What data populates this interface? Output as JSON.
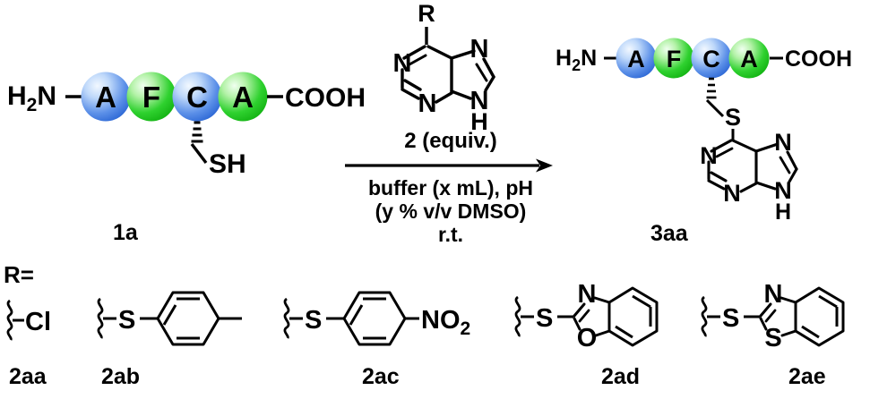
{
  "figure": {
    "type": "chemical-reaction-scheme",
    "background": "#ffffff"
  },
  "palette": {
    "bead_blue": "#3b77e0",
    "bead_blue_light": "#cfe2fb",
    "bead_green": "#21c421",
    "bead_green_light": "#d4f7cf",
    "bond": "#000000"
  },
  "reactant": {
    "id": "1a",
    "label": "1a",
    "n_terminus": "H",
    "n_terminus_sub": "2",
    "n_terminus_tail": "N",
    "c_terminus": "COOH",
    "beads": [
      {
        "letter": "A",
        "color": "blue"
      },
      {
        "letter": "F",
        "color": "green"
      },
      {
        "letter": "C",
        "color": "blue"
      },
      {
        "letter": "A",
        "color": "green"
      }
    ],
    "side_chain": "SH"
  },
  "reagent": {
    "r_group_label": "R",
    "equiv_label": "2 (equiv.)",
    "ring_atoms": {
      "n1": "N",
      "n3": "N",
      "n7": "N",
      "n9": "N",
      "n9_h": "H"
    }
  },
  "conditions": {
    "above_arrow": "2 (equiv.)",
    "below_arrow_lines": [
      "buffer (x mL), pH",
      "(y % v/v DMSO)",
      "r.t."
    ]
  },
  "product": {
    "id": "3aa",
    "label": "3aa",
    "n_terminus": "H",
    "n_terminus_sub": "2",
    "n_terminus_tail": "N",
    "c_terminus": "COOH",
    "beads": [
      {
        "letter": "A",
        "color": "blue"
      },
      {
        "letter": "F",
        "color": "green"
      },
      {
        "letter": "C",
        "color": "blue"
      },
      {
        "letter": "A",
        "color": "green"
      }
    ],
    "thioether": "S",
    "ring_atoms": {
      "n1": "N",
      "n3": "N",
      "n7": "N",
      "n9": "N",
      "n9_h": "H"
    }
  },
  "r_group_legend": {
    "title": "R=",
    "items": [
      {
        "id": "2aa",
        "label": "2aa",
        "structure": "chloro",
        "atom_labels": [
          "Cl"
        ]
      },
      {
        "id": "2ab",
        "label": "2ab",
        "structure": "4-methylphenylthio",
        "atom_labels": [
          "S"
        ]
      },
      {
        "id": "2ac",
        "label": "2ac",
        "structure": "4-nitrophenylthio",
        "atom_labels": [
          "S",
          "NO",
          "2"
        ],
        "nitro_main": "NO",
        "nitro_sub": "2"
      },
      {
        "id": "2ad",
        "label": "2ad",
        "structure": "benzoxazol-2-ylthio",
        "atom_labels": [
          "S",
          "N",
          "O"
        ]
      },
      {
        "id": "2ae",
        "label": "2ae",
        "structure": "benzothiazol-2-ylthio",
        "atom_labels": [
          "S",
          "N",
          "S"
        ]
      }
    ]
  }
}
